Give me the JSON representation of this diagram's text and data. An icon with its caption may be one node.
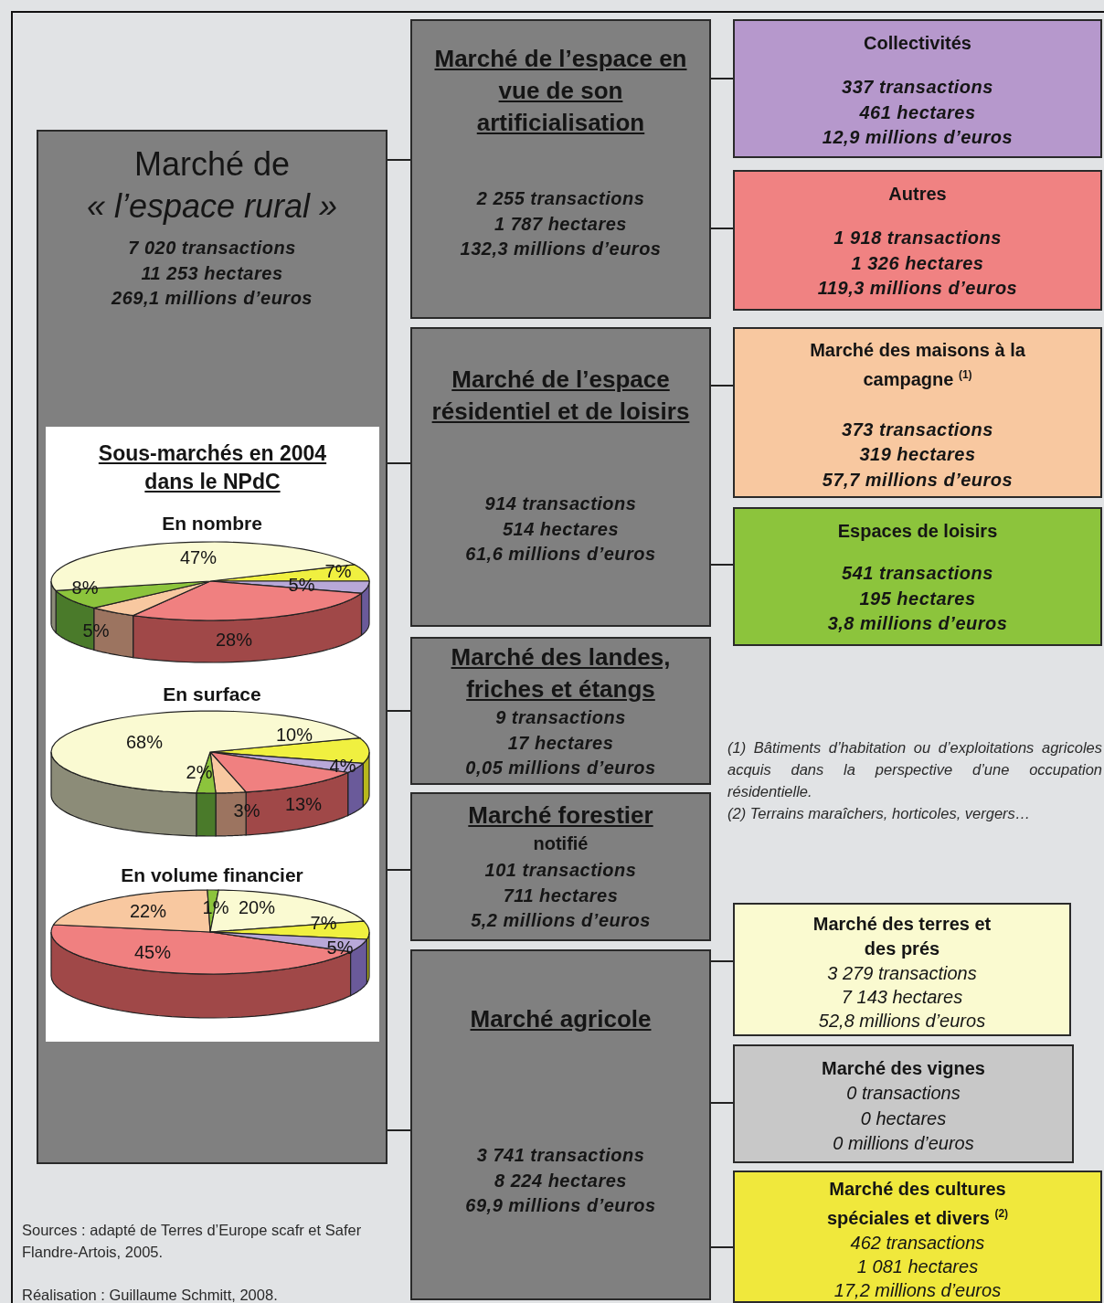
{
  "diagram": {
    "nodes": [
      {
        "text": [
          "Marché de",
          "« l’espace rural »",
          "7 020 transactions",
          "11 253 hectares",
          "269,1 millions d’euros"
        ]
      },
      {
        "text": [
          "Sous-marchés en 2004 dans le NPdC"
        ],
        "in": 0
      },
      {
        "text": [
          "Marché de l’espace en vue de son artificialisation",
          "2 255 transactions",
          "1 787 hectares",
          "132,3 millions d’euros"
        ]
      },
      {
        "text": [
          "Collectivités",
          "337 transactions",
          "461 hectares",
          "12,9 millions d’euros"
        ]
      },
      {
        "text": [
          "Autres",
          "1 918 transactions",
          "1 326 hectares",
          "119,3 millions d’euros"
        ]
      },
      {
        "text": [
          "Marché de l’espace résidentiel et de loisirs",
          "914 transactions",
          "514 hectares",
          "61,6 millions d’euros"
        ]
      },
      {
        "text": [
          "Marché des maisons à la campagne $^{(1)}$",
          "373 transactions",
          "319 hectares",
          "57,7 millions d’euros"
        ]
      },
      {
        "text": [
          "Espaces de loisirs",
          "541 transactions",
          "195 hectares",
          "3,8 millions d’euros"
        ]
      },
      {
        "text": [
          "Marché des landes, friches et étangs",
          "9 transactions",
          "17 hectares",
          "0,05 millions d’euros"
        ]
      },
      {
        "text": [
          "Marché forestier",
          "notifié",
          "101 transactions",
          "711 hectares",
          "5,2 millions d’euros"
        ]
      },
      {
        "text": [
          "Marché agricole",
          "3 741 transactions",
          "8 224 hectares",
          "69,9 millions d’euros"
        ]
      },
      {
        "text": [
          "Marché des terres et des prés",
          "3 279 transactions",
          "7 143 hectares",
          "52,8 millions d’euros"
        ]
      },
      {
        "text": [
          "Marché des vignes",
          "0 transactions",
          "0 hectares",
          "0 millions d’euros"
        ]
      },
      {
        "text": [
          "Marché des cultures spéciales et divers $^{(2)}$",
          "462 transactions",
          "1 081 hectares",
          "17,2 millions d’euros"
        ]
      }
    ],
    "edges": [
      {
        "from": 0,
        "to": 2,
        "arrow": "none"
      },
      {
        "from": 0,
        "to": 5,
        "arrow": "none"
      },
      {
        "from": 0,
        "to": 8,
        "arrow": "none"
      },
      {
        "from": 0,
        "to": 9,
        "arrow": "none"
      },
      {
        "from": 0,
        "to": 10,
        "arrow": "none"
      },
      {
        "from": 2,
        "to": 3,
        "arrow": "none"
      },
      {
        "from": 2,
        "to": 4,
        "arrow": "none"
      },
      {
        "from": 5,
        "to": 6,
        "arrow": "none"
      },
      {
        "from": 5,
        "to": 7,
        "arrow": "none"
      },
      {
        "from": 10,
        "to": 11,
        "arrow": "none"
      },
      {
        "from": 10,
        "to": 12,
        "arrow": "none"
      },
      {
        "from": 10,
        "to": 13,
        "arrow": "none"
      }
    ],
    "labels": [
      "En nombre",
      "47%",
      "7%",
      "8%",
      "5%",
      "5%",
      "28%",
      "En surface",
      "68%",
      "10%",
      "4%",
      "2%",
      "13%",
      "3%",
      "En volume financier",
      "22%",
      "1%",
      "20%",
      "7%",
      "45%",
      "5%",
      "(1) Bâtiments d’habitation ou d’exploitations agricoles acquis dans la perspective d’une occupation résidentielle.",
      "(2) Terrains maraîchers, horticoles, vergers…",
      "Sources : adapté de Terres d’Europe scafr et Safer Flandre-Artois, 2005.",
      "Réalisation : Guillaume Schmitt, 2008."
    ]
  }
}
